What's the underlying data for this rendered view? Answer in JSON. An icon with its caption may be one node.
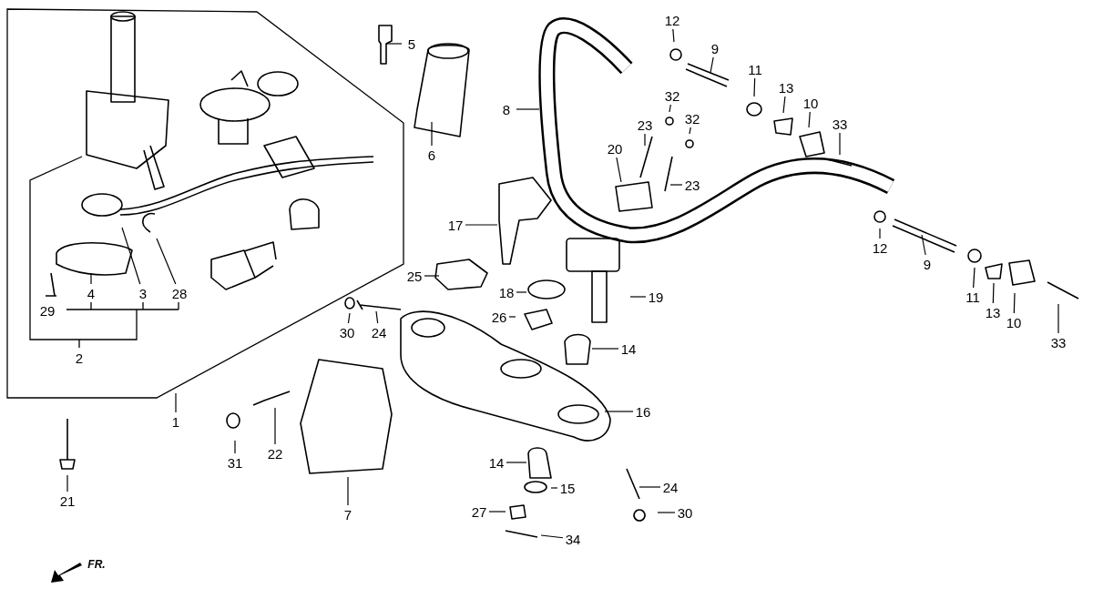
{
  "diagram": {
    "nodes": [
      {
        "text": [
          "12"
        ]
      },
      {
        "text": [
          "5"
        ]
      },
      {
        "text": [
          "9"
        ]
      },
      {
        "text": [
          "11"
        ]
      },
      {
        "text": [
          "13"
        ]
      },
      {
        "text": [
          "32"
        ]
      },
      {
        "text": [
          "32"
        ]
      },
      {
        "text": [
          "10"
        ]
      },
      {
        "text": [
          "8"
        ]
      },
      {
        "text": [
          "23"
        ]
      },
      {
        "text": [
          "33"
        ]
      },
      {
        "text": [
          "6"
        ]
      },
      {
        "text": [
          "20"
        ]
      },
      {
        "text": [
          "23"
        ]
      },
      {
        "text": [
          "17"
        ]
      },
      {
        "text": [
          "12"
        ]
      },
      {
        "text": [
          "9"
        ]
      },
      {
        "text": [
          "25"
        ]
      },
      {
        "text": [
          "18"
        ]
      },
      {
        "text": [
          "19"
        ]
      },
      {
        "text": [
          "4"
        ]
      },
      {
        "text": [
          "3"
        ]
      },
      {
        "text": [
          "28"
        ]
      },
      {
        "text": [
          "11"
        ]
      },
      {
        "text": [
          "13"
        ]
      },
      {
        "text": [
          "26"
        ]
      },
      {
        "text": [
          "10"
        ]
      },
      {
        "text": [
          "30"
        ]
      },
      {
        "text": [
          "24"
        ]
      },
      {
        "text": [
          "33"
        ]
      },
      {
        "text": [
          "14"
        ]
      },
      {
        "text": [
          "16"
        ]
      },
      {
        "text": [
          "1"
        ]
      },
      {
        "text": [
          "22"
        ]
      },
      {
        "text": [
          "31"
        ]
      },
      {
        "text": [
          "14"
        ]
      },
      {
        "text": [
          "15"
        ]
      },
      {
        "text": [
          "24"
        ]
      },
      {
        "text": [
          "21"
        ]
      },
      {
        "text": [
          "27"
        ]
      },
      {
        "text": [
          "30"
        ]
      },
      {
        "text": [
          "7"
        ]
      },
      {
        "text": [
          "34"
        ]
      },
      {
        "text": [
          "29"
        ]
      },
      {
        "text": [
          "2"
        ]
      }
    ],
    "edges": [
      {
        "from": 0,
        "to": null,
        "arrow": "none"
      },
      {
        "from": 1,
        "to": null,
        "arrow": "none"
      },
      {
        "from": 2,
        "to": null,
        "arrow": "none"
      },
      {
        "from": 3,
        "to": null,
        "arrow": "none"
      },
      {
        "from": 4,
        "to": null,
        "arrow": "none"
      },
      {
        "from": 5,
        "to": null,
        "arrow": "none"
      },
      {
        "from": 6,
        "to": null,
        "arrow": "none"
      },
      {
        "from": 7,
        "to": null,
        "arrow": "none"
      },
      {
        "from": 8,
        "to": null,
        "arrow": "none"
      },
      {
        "from": 9,
        "to": null,
        "arrow": "none"
      },
      {
        "from": 10,
        "to": null,
        "arrow": "none"
      },
      {
        "from": 11,
        "to": null,
        "arrow": "none"
      },
      {
        "from": 12,
        "to": null,
        "arrow": "none"
      },
      {
        "from": 13,
        "to": null,
        "arrow": "none"
      },
      {
        "from": 14,
        "to": null,
        "arrow": "none"
      },
      {
        "from": 15,
        "to": null,
        "arrow": "none"
      },
      {
        "from": 16,
        "to": null,
        "arrow": "none"
      },
      {
        "from": 17,
        "to": null,
        "arrow": "none"
      },
      {
        "from": 18,
        "to": null,
        "arrow": "none"
      },
      {
        "from": 19,
        "to": null,
        "arrow": "none"
      },
      {
        "from": 20,
        "to": null,
        "arrow": "none"
      },
      {
        "from": 21,
        "to": null,
        "arrow": "none"
      },
      {
        "from": 22,
        "to": null,
        "arrow": "none"
      },
      {
        "from": 23,
        "to": null,
        "arrow": "none"
      },
      {
        "from": 24,
        "to": null,
        "arrow": "none"
      },
      {
        "from": 25,
        "to": null,
        "arrow": "none"
      },
      {
        "from": 26,
        "to": null,
        "arrow": "none"
      },
      {
        "from": 27,
        "to": null,
        "arrow": "none"
      },
      {
        "from": 28,
        "to": null,
        "arrow": "none"
      },
      {
        "from": 29,
        "to": null,
        "arrow": "none"
      },
      {
        "from": 30,
        "to": null,
        "arrow": "none"
      },
      {
        "from": 31,
        "to": null,
        "arrow": "none"
      },
      {
        "from": 32,
        "to": null,
        "arrow": "none"
      },
      {
        "from": 33,
        "to": null,
        "arrow": "none"
      },
      {
        "from": 34,
        "to": null,
        "arrow": "none"
      },
      {
        "from": 35,
        "to": null,
        "arrow": "none"
      },
      {
        "from": 36,
        "to": null,
        "arrow": "none"
      },
      {
        "from": 37,
        "to": null,
        "arrow": "none"
      },
      {
        "from": 38,
        "to": null,
        "arrow": "none"
      },
      {
        "from": 39,
        "to": null,
        "arrow": "none"
      },
      {
        "from": 40,
        "to": null,
        "arrow": "none"
      },
      {
        "from": 41,
        "to": null,
        "arrow": "none"
      },
      {
        "from": 42,
        "to": null,
        "arrow": "none"
      }
    ],
    "labels": [
      "FR."
    ]
  }
}
